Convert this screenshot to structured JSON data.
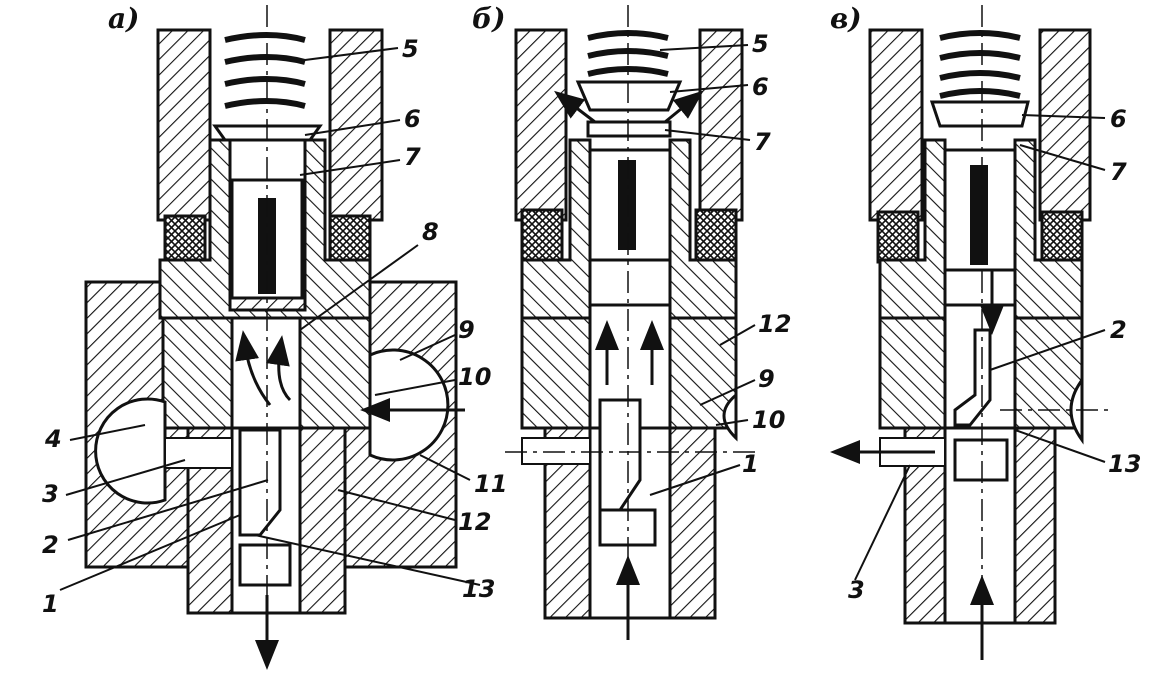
{
  "figure": {
    "panels": [
      {
        "label": "а)",
        "numbers": [
          "5",
          "6",
          "7",
          "8",
          "9",
          "10",
          "11",
          "12",
          "13",
          "1",
          "2",
          "3",
          "4"
        ]
      },
      {
        "label": "б)",
        "numbers": [
          "5",
          "6",
          "7",
          "12",
          "9",
          "10",
          "1"
        ]
      },
      {
        "label": "в)",
        "numbers": [
          "6",
          "7",
          "2",
          "13",
          "3"
        ]
      }
    ]
  },
  "colors": {
    "ink": "#111111",
    "paper": "#ffffff"
  }
}
